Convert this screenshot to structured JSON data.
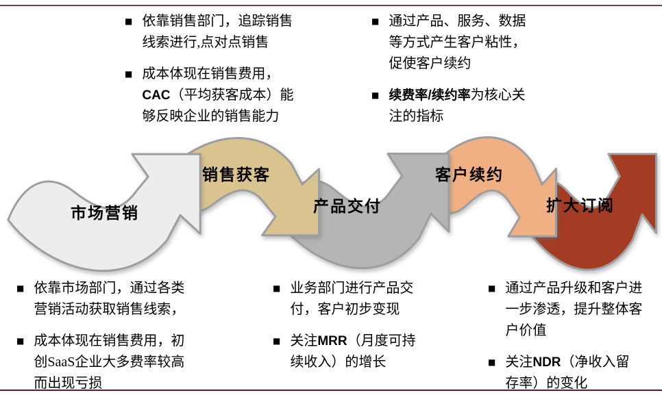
{
  "bullet_char": "■",
  "rules": {
    "top_color": "#7A3B47",
    "bottom_color": "#5C1F1F"
  },
  "arrow_stroke": "#9e9e9e",
  "stages": [
    {
      "label": "市场营销",
      "color": "#EDEDED",
      "shape": "valley-wave-arrow"
    },
    {
      "label": "销售获客",
      "color": "#D9C48F",
      "shape": "crest-wave-arrow"
    },
    {
      "label": "产品交付",
      "color": "#B5B5B5",
      "shape": "valley-wave-arrow"
    },
    {
      "label": "客户续约",
      "color": "#F0B083",
      "shape": "crest-wave-arrow"
    },
    {
      "label": "扩大订阅",
      "color": "#A43B23",
      "shape": "valley-wave-arrow"
    }
  ],
  "notes": {
    "top_left": {
      "items": [
        {
          "segments": [
            {
              "text": "依靠销售部门，追踪销售线索进行,点对点销售",
              "bold": false
            }
          ]
        },
        {
          "segments": [
            {
              "text": "成本体现在销售费用，",
              "bold": false
            },
            {
              "text": "CAC",
              "bold": true
            },
            {
              "text": "（平均获客成本）能够反映企业的销售能力",
              "bold": false
            }
          ]
        }
      ]
    },
    "top_right": {
      "items": [
        {
          "segments": [
            {
              "text": "通过产品、服务、数据等方式产生客户粘性，促使客户续约",
              "bold": false
            }
          ]
        },
        {
          "segments": [
            {
              "text": "续费率/续约率",
              "bold": true
            },
            {
              "text": "为核心关注的指标",
              "bold": false
            }
          ]
        }
      ]
    },
    "bottom_left": {
      "items": [
        {
          "segments": [
            {
              "text": "依靠市场部门，通过各类营销活动获取销售线索，",
              "bold": false
            }
          ]
        },
        {
          "segments": [
            {
              "text": "成本体现在销售费用，初创SaaS企业大多费率较高而出现亏损",
              "bold": false
            }
          ]
        }
      ]
    },
    "bottom_middle": {
      "items": [
        {
          "segments": [
            {
              "text": "业务部门进行产品交付，客户初步变现",
              "bold": false
            }
          ]
        },
        {
          "segments": [
            {
              "text": "关注",
              "bold": false
            },
            {
              "text": "MRR",
              "bold": true
            },
            {
              "text": "（月度可持续收入）的增长",
              "bold": false
            }
          ]
        }
      ]
    },
    "bottom_right": {
      "items": [
        {
          "segments": [
            {
              "text": "通过产品升级和客户进一步渗透，提升整体客户价值",
              "bold": false
            }
          ]
        },
        {
          "segments": [
            {
              "text": "关注",
              "bold": false
            },
            {
              "text": "NDR",
              "bold": true
            },
            {
              "text": "（净收入留存率）的变化",
              "bold": false
            }
          ]
        }
      ]
    }
  }
}
